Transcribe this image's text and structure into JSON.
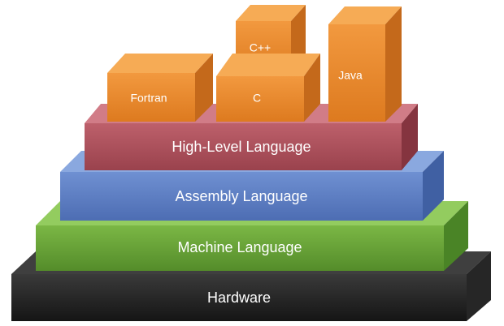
{
  "layers": {
    "hardware": {
      "label": "Hardware",
      "front": "#1f1f1f",
      "top": "#3d3d3d",
      "side": "#2a2a2a"
    },
    "machine": {
      "label": "Machine Language",
      "front": "#6aa339",
      "top": "#8fc95a",
      "side": "#4f8a28"
    },
    "assembly": {
      "label": "Assembly Language",
      "front": "#5d7fc4",
      "top": "#86a4dc",
      "side": "#4663a6"
    },
    "high": {
      "label": "High-Level Language",
      "front": "#b0515c",
      "top": "#d07782",
      "side": "#8f3c47"
    }
  },
  "languages": {
    "fortran": {
      "label": "Fortran"
    },
    "c": {
      "label": "C"
    },
    "cpp": {
      "label": "C++"
    },
    "java": {
      "label": "Java"
    },
    "colors": {
      "front": "#ec8a2d",
      "top": "#f5a851",
      "side": "#c96f1e"
    }
  }
}
